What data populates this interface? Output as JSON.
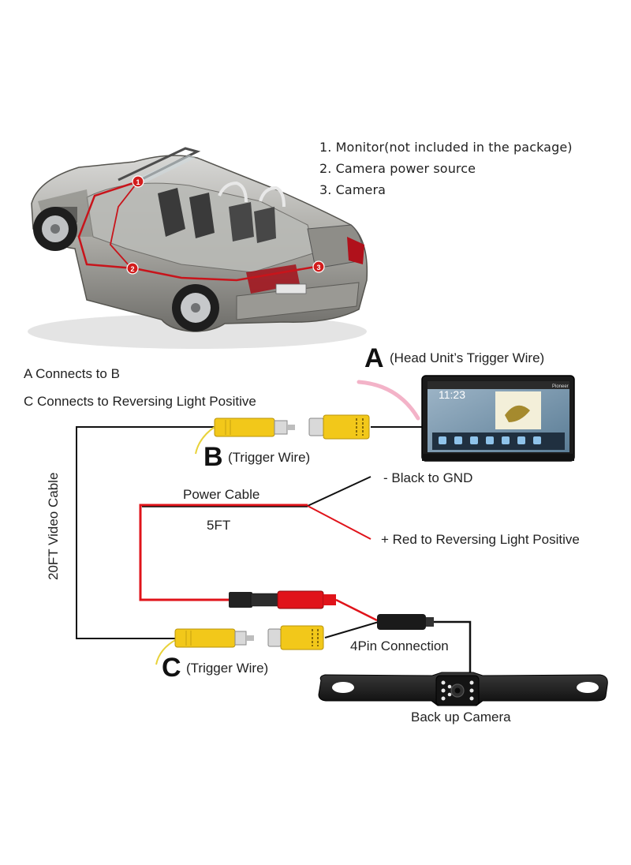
{
  "legend": [
    "1. Monitor(not included in the package)",
    "2. Camera power source",
    "3. Camera"
  ],
  "car_markers": [
    "1",
    "2",
    "3"
  ],
  "connections": {
    "a_to_b": "A Connects to B",
    "c_to_positive": "C Connects to Reversing Light Positive"
  },
  "letters": {
    "a": "A",
    "b": "B",
    "c": "C"
  },
  "labels": {
    "head_unit_trigger": "(Head Unit’s Trigger Wire)",
    "trigger_b": "(Trigger Wire)",
    "trigger_c": "(Trigger Wire)",
    "video_cable": "20FT Video Cable",
    "power_cable": "Power Cable",
    "power_length": "5FT",
    "black_gnd": "- Black to GND",
    "red_positive": "+ Red to Reversing Light Positive",
    "four_pin": "4Pin Connection",
    "backup_camera": "Back up Camera"
  },
  "monitor_screen": {
    "time": "11:23",
    "brand": "Pioneer"
  },
  "colors": {
    "wire_black": "#111111",
    "wire_red": "#e0131a",
    "rca_yellow": "#f2c81a",
    "trigger_yellow": "#e8d23a",
    "trigger_pink": "#f3b3c8",
    "marker_red": "#d21c1c"
  }
}
